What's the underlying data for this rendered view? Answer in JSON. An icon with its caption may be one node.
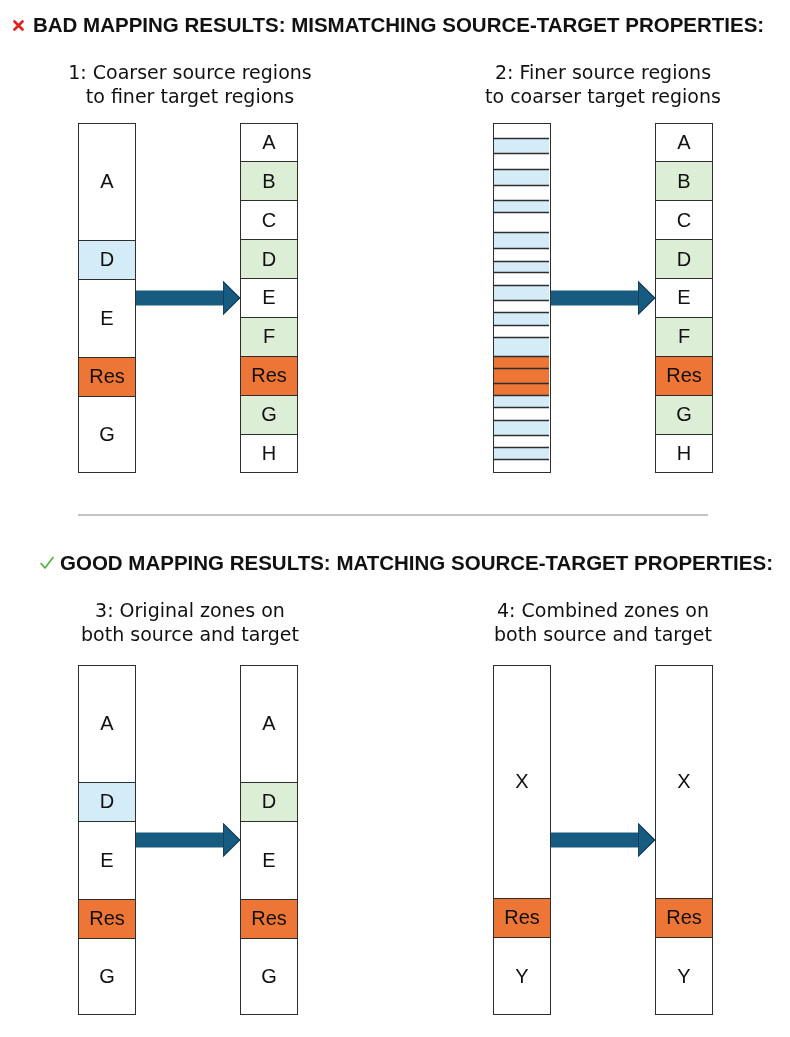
{
  "diagram": {
    "nodes": [
      {
        "text": [],
        "shape": "bar"
      },
      {
        "text": [
          "A"
        ],
        "in": 0
      },
      {
        "text": [
          "D"
        ],
        "in": 0
      },
      {
        "text": [
          "E"
        ],
        "in": 0
      },
      {
        "text": [
          "Res"
        ],
        "in": 0
      },
      {
        "text": [
          "G"
        ],
        "in": 0
      },
      {
        "text": [],
        "shape": "bar"
      },
      {
        "text": [
          "A"
        ],
        "in": 6
      },
      {
        "text": [
          "B"
        ],
        "in": 6
      },
      {
        "text": [
          "C"
        ],
        "in": 6
      },
      {
        "text": [
          "D"
        ],
        "in": 6
      },
      {
        "text": [
          "E"
        ],
        "in": 6
      },
      {
        "text": [
          "F"
        ],
        "in": 6
      },
      {
        "text": [
          "Res"
        ],
        "in": 6
      },
      {
        "text": [
          "G"
        ],
        "in": 6
      },
      {
        "text": [
          "H"
        ],
        "in": 6
      },
      {
        "text": [],
        "shape": "bar"
      },
      {
        "text": [],
        "shape": "bar"
      },
      {
        "text": [
          "A"
        ],
        "in": 17
      },
      {
        "text": [
          "B"
        ],
        "in": 17
      },
      {
        "text": [
          "C"
        ],
        "in": 17
      },
      {
        "text": [
          "D"
        ],
        "in": 17
      },
      {
        "text": [
          "E"
        ],
        "in": 17
      },
      {
        "text": [
          "F"
        ],
        "in": 17
      },
      {
        "text": [
          "Res"
        ],
        "in": 17
      },
      {
        "text": [
          "G"
        ],
        "in": 17
      },
      {
        "text": [
          "H"
        ],
        "in": 17
      },
      {
        "text": [],
        "shape": "bar"
      },
      {
        "text": [
          "A"
        ],
        "in": 27
      },
      {
        "text": [
          "D"
        ],
        "in": 27
      },
      {
        "text": [
          "E"
        ],
        "in": 27
      },
      {
        "text": [
          "Res"
        ],
        "in": 27
      },
      {
        "text": [
          "G"
        ],
        "in": 27
      },
      {
        "text": [],
        "shape": "bar"
      },
      {
        "text": [
          "A"
        ],
        "in": 33
      },
      {
        "text": [
          "D"
        ],
        "in": 33
      },
      {
        "text": [
          "E"
        ],
        "in": 33
      },
      {
        "text": [
          "Res"
        ],
        "in": 33
      },
      {
        "text": [
          "G"
        ],
        "in": 33
      },
      {
        "text": [],
        "shape": "bar"
      },
      {
        "text": [
          "X"
        ],
        "in": 39
      },
      {
        "text": [
          "Res"
        ],
        "in": 39
      },
      {
        "text": [
          "Y"
        ],
        "in": 39
      },
      {
        "text": [],
        "shape": "bar"
      },
      {
        "text": [
          "X"
        ],
        "in": 43
      },
      {
        "text": [
          "Res"
        ],
        "in": 43
      },
      {
        "text": [
          "Y"
        ],
        "in": 43
      }
    ],
    "edges": [
      {
        "from": 0,
        "to": 6,
        "arrow": "to"
      },
      {
        "from": 16,
        "to": 17,
        "arrow": "to"
      },
      {
        "from": 27,
        "to": 33,
        "arrow": "to"
      },
      {
        "from": 39,
        "to": 43,
        "arrow": "to"
      }
    ],
    "labels": [
      "BAD MAPPING RESULTS: MISMATCHING SOURCE-TARGET PROPERTIES:",
      "1: Coarser source regions to finer target regions",
      "2: Finer source regions to coarser target regions",
      "GOOD MAPPING RESULTS: MATCHING SOURCE-TARGET PROPERTIES:",
      "3: Original zones on both source and target",
      "4: Combined zones on both source and target"
    ]
  }
}
